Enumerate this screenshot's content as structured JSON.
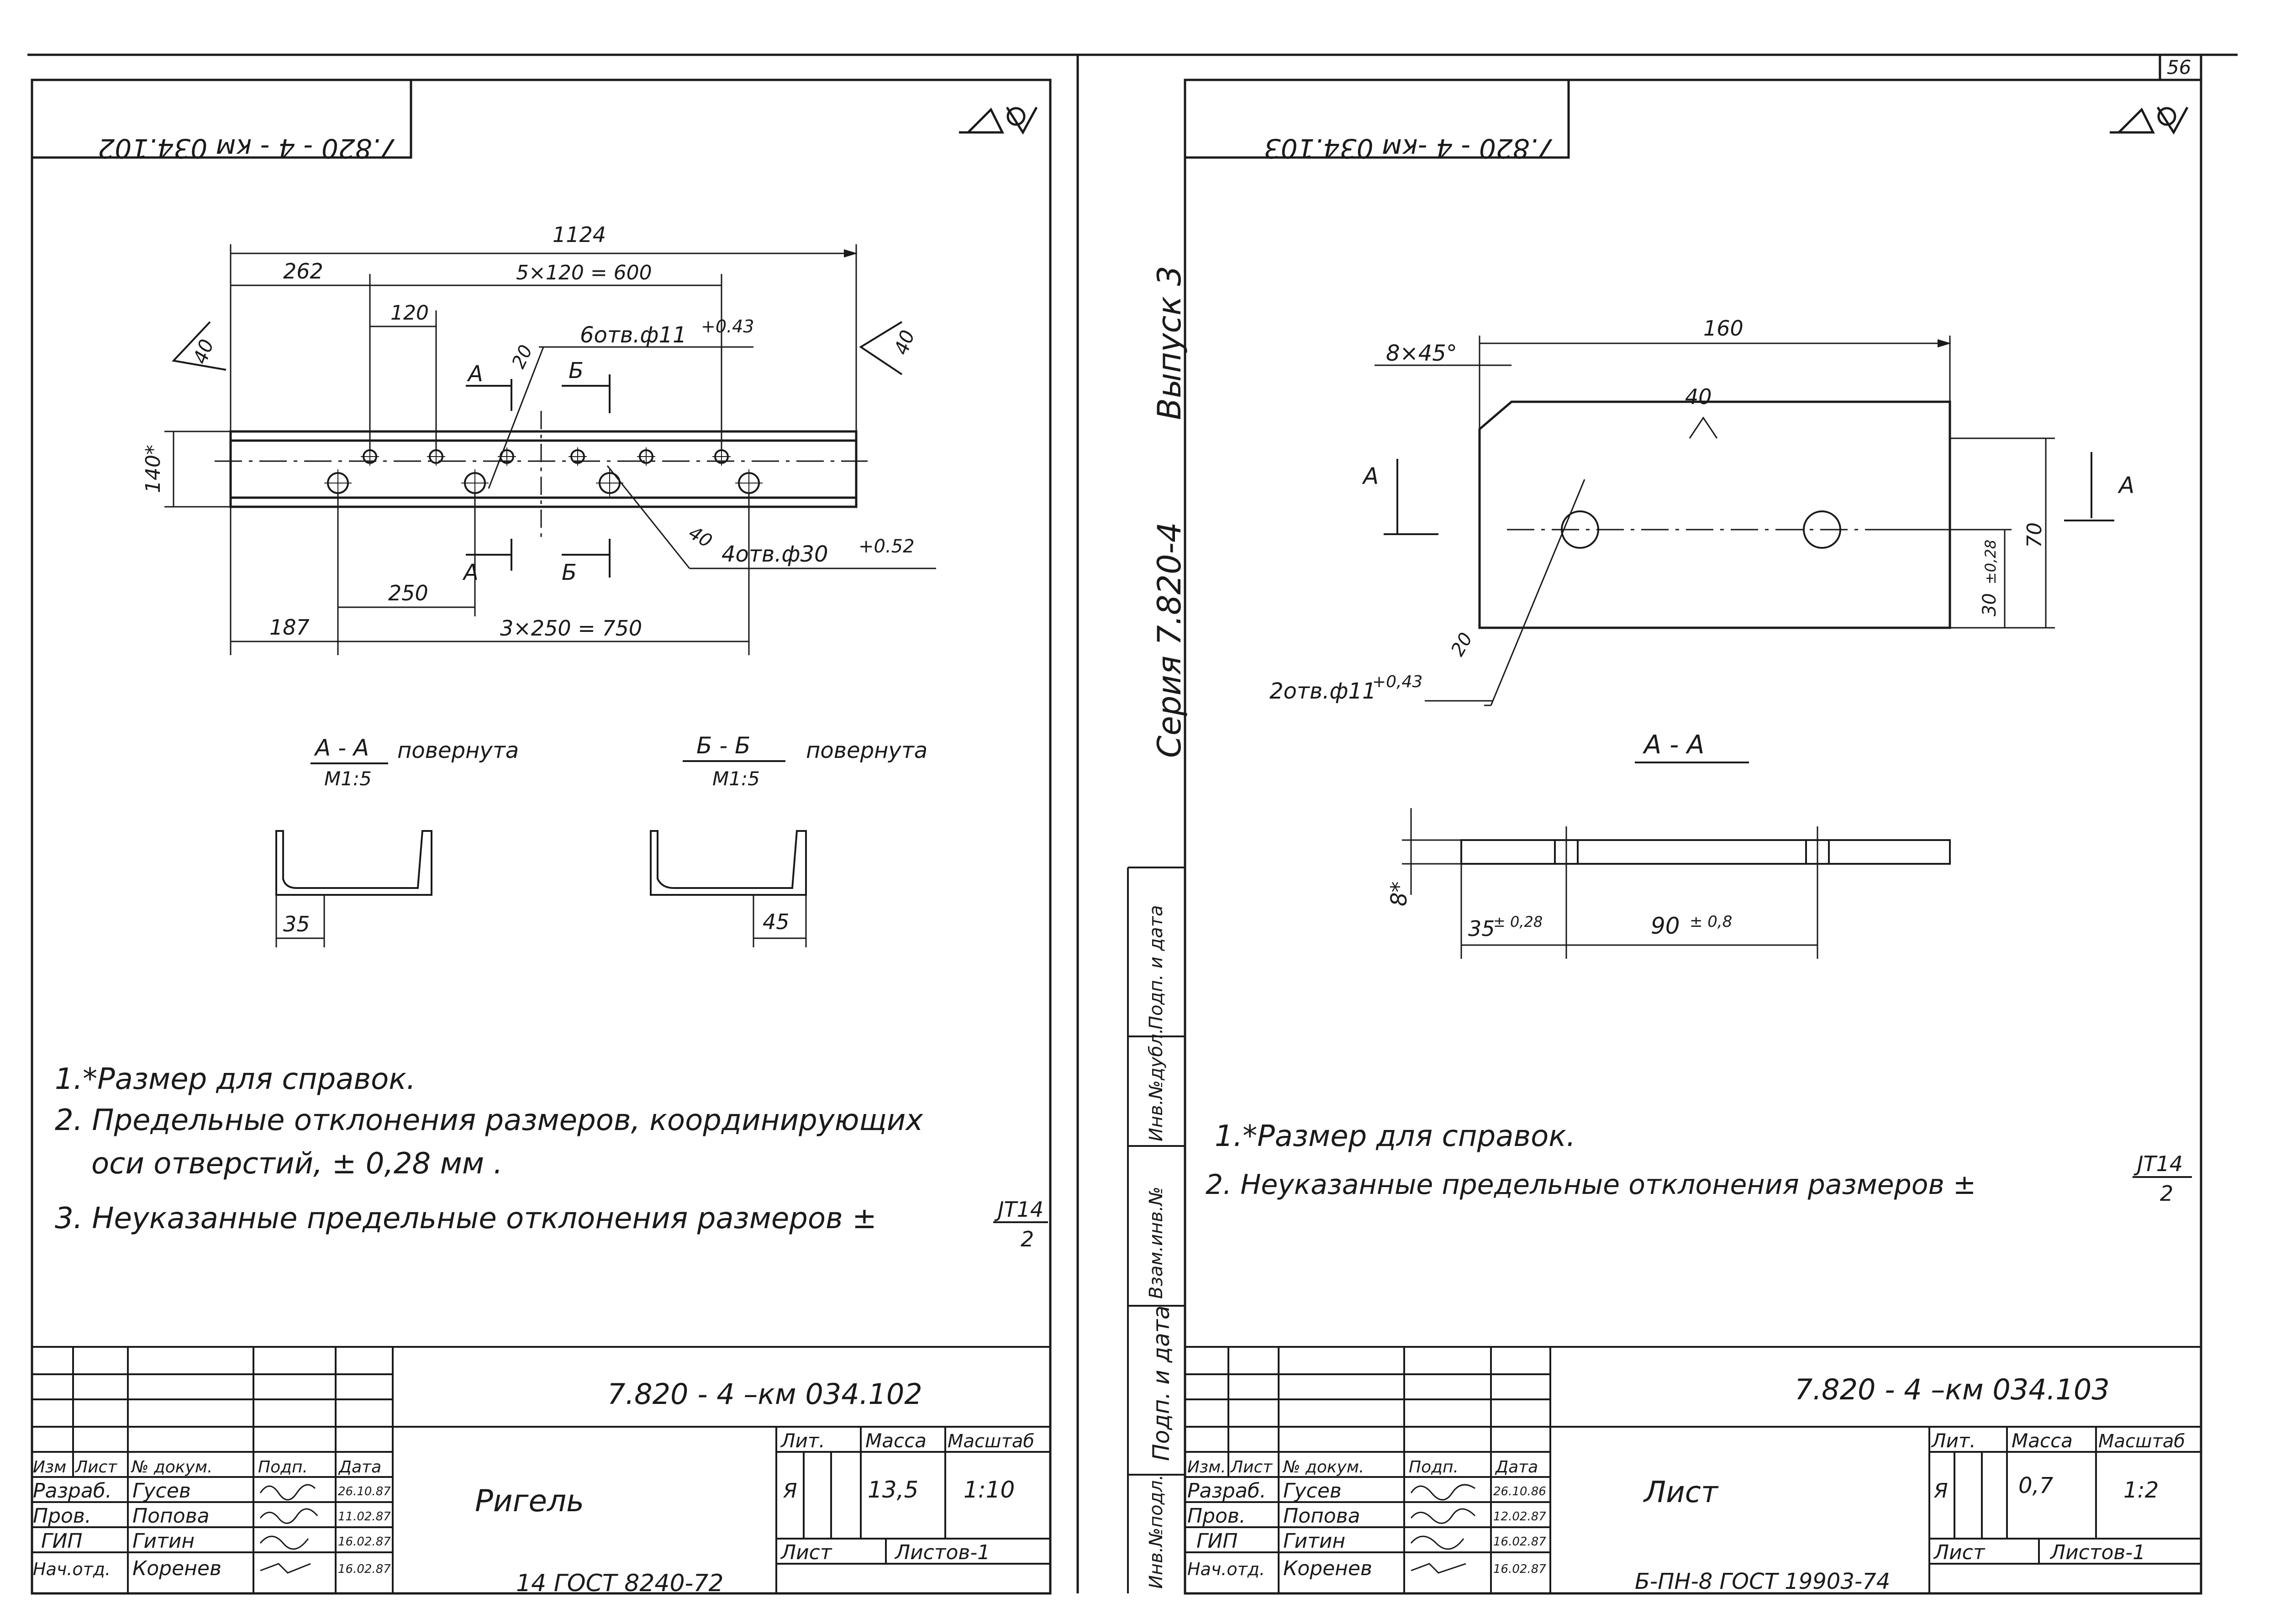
{
  "sheet_number": "56",
  "left": {
    "code_rotated": "7.820 - 4 - км 034.102",
    "dims": {
      "total": "1124",
      "first": "262",
      "pitch_text": "5×120 = 600",
      "pitch": "120",
      "holes_small": "6отв.ф11",
      "holes_small_tol": "+0.43",
      "chamfer_left": "40",
      "chamfer_right": "40",
      "weld": "20",
      "height": "140*",
      "holes_big": "4отв.ф30",
      "holes_big_tol": "+0.52",
      "weld_big": "40",
      "bot_first": "187",
      "bot_pitch": "250",
      "bot_total": "3×250 = 750"
    },
    "section_labels": {
      "a": "А",
      "b": "Б"
    },
    "section_aa": {
      "title": "А - А",
      "scale": "М1:5",
      "note": "повернута",
      "dim": "35"
    },
    "section_bb": {
      "title": "Б - Б",
      "scale": "М1:5",
      "note": "повернута",
      "dim": "45"
    },
    "notes": [
      "1.*Размер   для   справок.",
      "2. Предельные   отклонения   размеров, координирующих",
      "оси   отверстий,  ± 0,28 мм .",
      "3.  Неуказанные   предельные   отклонения размеров  ±"
    ],
    "fraction": {
      "num": "ЈТ14",
      "den": "2"
    },
    "stamp": {
      "code": "7.820  -  4  –км 034.102",
      "name": "Ригель",
      "lit_h": "Лит.",
      "mass_h": "Масса",
      "scale_h": "Масштаб",
      "lit": "Я",
      "mass": "13,5",
      "scale": "1:10",
      "sheet_h": "Лист",
      "sheets": "Листов-1",
      "col_headers": [
        "Изм",
        "Лист",
        "№ докум.",
        "Подп.",
        "Дата"
      ],
      "rows": [
        {
          "role": "Разраб.",
          "name": "Гусев",
          "date": "26.10.87"
        },
        {
          "role": "Пров.",
          "name": "Попова",
          "date": "11.02.87"
        },
        {
          "role": "ГИП",
          "name": "Гитин",
          "date": "16.02.87"
        },
        {
          "role": "Нач.отд.",
          "name": "Коренев",
          "date": "16.02.87"
        }
      ],
      "material": "14 ГОСТ 8240-72"
    }
  },
  "right": {
    "code_rotated": "7.820 - 4 -км 034.103",
    "side_series": "Серия  7.820-4",
    "side_issue": "Выпуск 3",
    "side_cells": [
      "Подп. и дата",
      "Инв.№дубл.",
      "Взам.инв.№",
      "Подп. и дата",
      "Инв.№подл."
    ],
    "dims": {
      "chamfer": "8×45°",
      "length": "160",
      "weld": "40",
      "height": "70",
      "hole_offset": "30",
      "hole_offset_tol": "±0,28",
      "holes": "2отв.ф11",
      "holes_tol": "+0,43",
      "weld2": "20",
      "section_label": "А"
    },
    "section_aa": {
      "title": "А - А",
      "thick": "8*",
      "d1": "35",
      "d1_tol": "± 0,28",
      "d2": "90",
      "d2_tol": "± 0,8"
    },
    "notes": [
      "1.*Размер     для     справок.",
      "2. Неуказанные   предельные     отклонения    размеров  ±"
    ],
    "fraction": {
      "num": "ЈТ14",
      "den": "2"
    },
    "stamp": {
      "code": "7.820 -  4  –км 034.103",
      "name": "Лист",
      "lit_h": "Лит.",
      "mass_h": "Масса",
      "scale_h": "Масштаб",
      "lit": "Я",
      "mass": "0,7",
      "scale": "1:2",
      "sheet_h": "Лист",
      "sheets": "Листов-1",
      "col_headers": [
        "Изм.",
        "Лист",
        "№ докум.",
        "Подп.",
        "Дата"
      ],
      "rows": [
        {
          "role": "Разраб.",
          "name": "Гусев",
          "date": "26.10.86"
        },
        {
          "role": "Пров.",
          "name": "Попова",
          "date": "12.02.87"
        },
        {
          "role": "ГИП",
          "name": "Гитин",
          "date": "16.02.87"
        },
        {
          "role": "Нач.отд.",
          "name": "Коренев",
          "date": "16.02.87"
        }
      ],
      "material": "Б-ПН-8 ГОСТ 19903-74"
    }
  }
}
